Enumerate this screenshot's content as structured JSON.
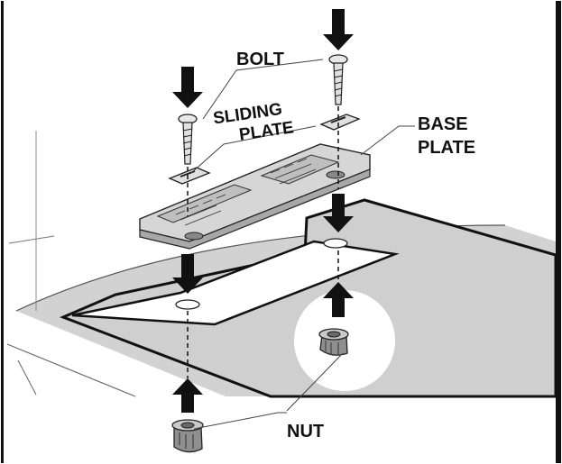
{
  "labels": {
    "bolt": "BOLT",
    "sliding_plate_line1": "SLIDING",
    "sliding_plate_line2": "PLATE",
    "base_plate_line1": "BASE",
    "base_plate_line2": "PLATE",
    "nut": "NUT"
  },
  "colors": {
    "ink": "#111111",
    "floor_gray": "#cccccc",
    "part_gray": "#d9d9d9",
    "highlight": "#ffffff"
  }
}
